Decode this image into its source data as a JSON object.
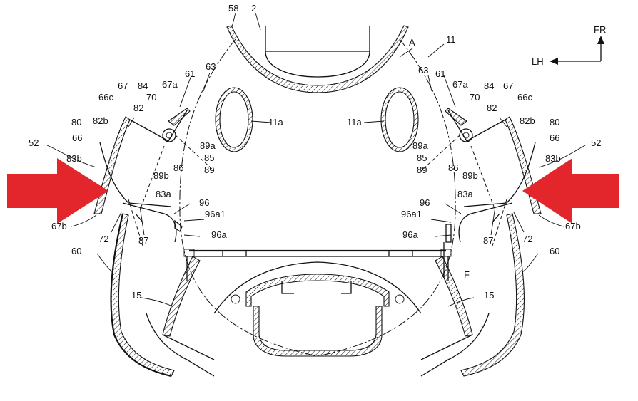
{
  "colors": {
    "arrow": "#e3262b",
    "line": "#111111",
    "background": "#ffffff"
  },
  "orientation": {
    "forward": "FR",
    "left": "LH"
  },
  "labels": {
    "n58": "58",
    "n2": "2",
    "A": "A",
    "n11": "11",
    "n63": "63",
    "n61": "61",
    "n67a": "67a",
    "n84": "84",
    "n67": "67",
    "n70": "70",
    "n66c": "66c",
    "n82": "82",
    "n82b": "82b",
    "n80": "80",
    "n66": "66",
    "n52": "52",
    "n83b": "83b",
    "n83a": "83a",
    "n89a": "89a",
    "n85": "85",
    "n89": "89",
    "n86": "86",
    "n89b": "89b",
    "n11a": "11a",
    "n96": "96",
    "n96a1": "96a1",
    "n96a": "96a",
    "n67b": "67b",
    "n72": "72",
    "n87": "87",
    "n60": "60",
    "n15": "15",
    "F": "F"
  },
  "arrows": [
    {
      "name": "left-red-arrow",
      "direction": "right"
    },
    {
      "name": "right-red-arrow",
      "direction": "left"
    }
  ]
}
